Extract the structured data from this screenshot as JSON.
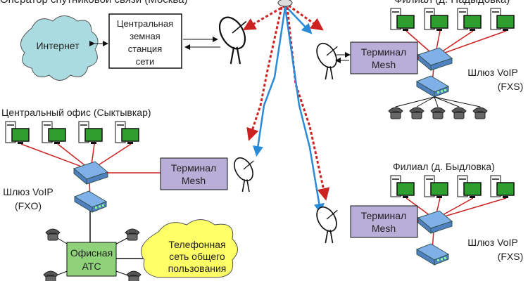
{
  "labels": {
    "operator": "Оператор спутниковой связи (Москва)",
    "branch_top": "Филиал (д. Надыдовка)",
    "central_office": "Центральный офис (Сыктывкар)",
    "branch_bottom": "Филиал (д. Быдловка)"
  },
  "internet": "Интернет",
  "station": [
    "Центральная",
    "земная",
    "станция",
    "сети"
  ],
  "terminal": [
    "Терминал",
    "Mesh"
  ],
  "gateway_fxs": [
    "Шлюз VoIP",
    "(FXS)"
  ],
  "gateway_fxo": [
    "Шлюз VoIP",
    "(FXO)"
  ],
  "pbx": [
    "Офисная",
    "АТС"
  ],
  "pstn": [
    "Телефонная",
    "сеть общего",
    "пользования"
  ],
  "colors": {
    "cloud_internet": "#a9dbe0",
    "cloud_pstn": "#ffff66",
    "terminal": "#b8aed8",
    "pbx": "#8fd27a",
    "monitor": "#2e9e2e",
    "link_red": "#cc2222",
    "link_blue": "#2a8ad8",
    "device": "#6e9fd8"
  }
}
